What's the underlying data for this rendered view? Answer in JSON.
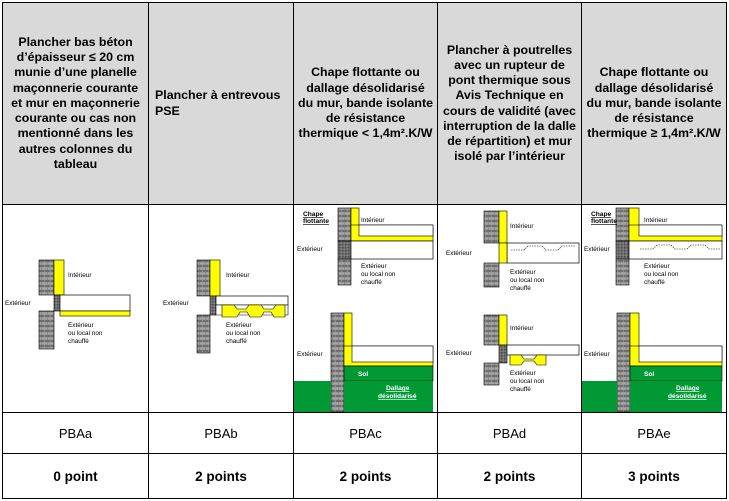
{
  "columns": [
    {
      "header": "Plancher bas béton d’épaisseur ≤ 20 cm munie d’une planelle maçonnerie courante et mur en maçonnerie courante ou  cas non mentionné dans les autres colonnes du tableau",
      "code": "PBAa",
      "points": "0 point",
      "figure": {
        "interieur": "Intérieur",
        "exterieur": "Extérieur",
        "ext_local": [
          "Extérieur",
          "ou local non",
          "chauffé"
        ]
      }
    },
    {
      "header": "Plancher à entrevous PSE",
      "code": "PBAb",
      "points": "2 points",
      "figure": {
        "interieur": "Intérieur",
        "exterieur": "Extérieur",
        "ext_local": [
          "Extérieur",
          "ou local non",
          "chauffé"
        ]
      }
    },
    {
      "header": "Chape flottante ou dallage désolidarisé du mur, bande isolante de résistance thermique < 1,4m².K/W",
      "code": "PBAc",
      "points": "2 points",
      "figure": {
        "chape": [
          "Chape",
          "flottante"
        ],
        "interieur": "Intérieur",
        "exterieur": "Extérieur",
        "ext_local": [
          "Extérieur",
          "ou local non",
          "chauffé"
        ],
        "sol": "Sol",
        "dallage": [
          "Dallage",
          "désolidarisé"
        ]
      }
    },
    {
      "header": "Plancher à poutrelles avec un rupteur de pont thermique sous Avis Technique en cours de validité (avec interruption de la dalle de répartition) et mur isolé par l’intérieur",
      "code": "PBAd",
      "points": "2 points",
      "figure": {
        "interieur": "Intérieur",
        "exterieur": "Extérieur",
        "ext_local": [
          "Extérieur",
          "ou local non",
          "chauffé"
        ]
      }
    },
    {
      "header": "Chape flottante ou dallage désolidarisé du mur, bande isolante de résistance thermique ≥ 1,4m².K/W",
      "code": "PBAe",
      "points": "3 points",
      "figure": {
        "chape": [
          "Chape",
          "flottante"
        ],
        "interieur": "Intérieur",
        "exterieur": "Extérieur",
        "ext_local": [
          "Extérieur",
          "ou local non",
          "chauffé"
        ],
        "sol": "Sol",
        "dallage": [
          "Dallage",
          "désolidarisé"
        ]
      }
    }
  ],
  "colors": {
    "header_bg": "#d9d9d9",
    "insulation": "#ffff00",
    "ground": "#009933",
    "wall": "#8c8c8c"
  }
}
